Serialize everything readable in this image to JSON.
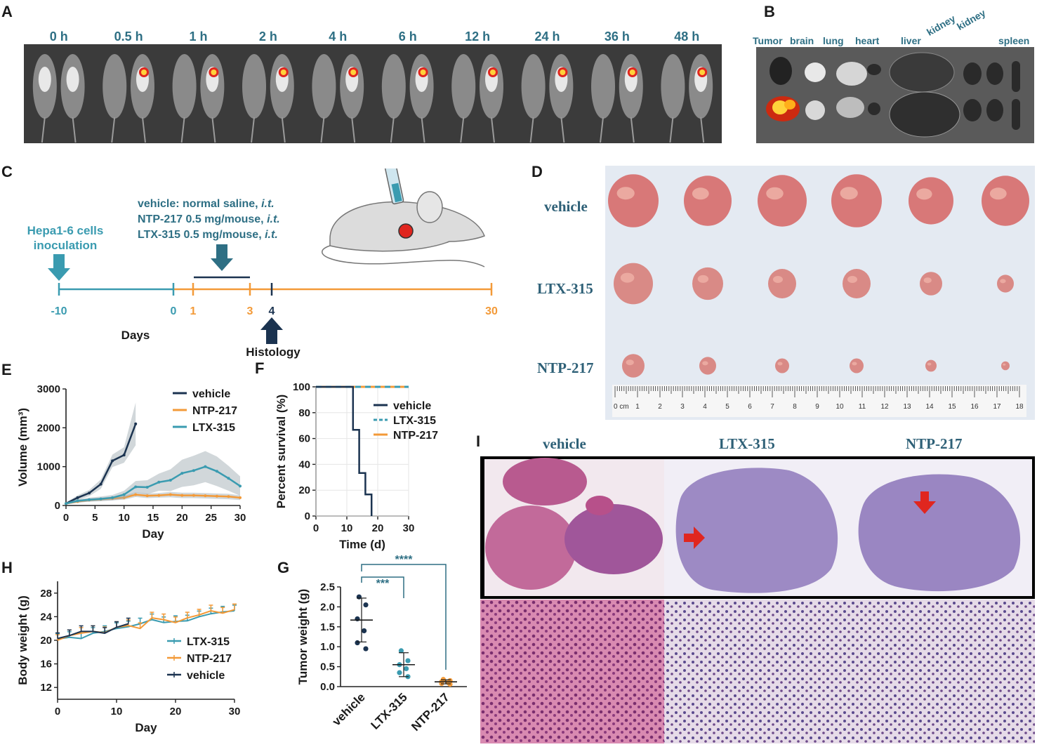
{
  "panels": {
    "A": {
      "label": "A",
      "timepoints": [
        "0 h",
        "0.5 h",
        "1 h",
        "2 h",
        "4 h",
        "6 h",
        "12 h",
        "24 h",
        "36 h",
        "48 h"
      ]
    },
    "B": {
      "label": "B",
      "organs": [
        "Tumor",
        "brain",
        "lung",
        "heart",
        "liver",
        "kidney",
        "kidney",
        "spleen"
      ]
    },
    "C": {
      "label": "C",
      "inoculation": [
        "Hepa1-6 cells",
        "inoculation"
      ],
      "treat_lines": [
        "vehicle: normal saline, ",
        "NTP-217 0.5 mg/mouse, ",
        "LTX-315 0.5 mg/mouse, "
      ],
      "it": "i.t.",
      "ticks": [
        "-10",
        "0",
        "1",
        "3",
        "4",
        "30"
      ],
      "days": "Days",
      "histology": "Histology"
    },
    "D": {
      "label": "D",
      "rows": [
        "vehicle",
        "LTX-315",
        "NTP-217"
      ],
      "ruler_unit": "0 cm",
      "ruler_numbers": [
        "1",
        "2",
        "3",
        "4",
        "5",
        "6",
        "7",
        "8",
        "9",
        "10",
        "11",
        "12",
        "13",
        "14",
        "15",
        "16",
        "17",
        "18"
      ]
    },
    "I": {
      "label": "I",
      "cols": [
        "vehicle",
        "LTX-315",
        "NTP-217"
      ]
    },
    "E": {
      "label": "E"
    },
    "F": {
      "label": "F"
    },
    "G": {
      "label": "G"
    },
    "H": {
      "label": "H"
    }
  },
  "colors": {
    "vehicle": "#1b3350",
    "ntp": "#f39a38",
    "ltx": "#3a9bb0",
    "teal_text": "#2e6f84",
    "red": "#e0261f"
  },
  "chart_data": [
    {
      "id": "E",
      "type": "line",
      "xlabel": "Day",
      "ylabel": "Volume (mm³)",
      "xlim": [
        0,
        30
      ],
      "ylim": [
        0,
        3000
      ],
      "xticks": [
        "0",
        "5",
        "10",
        "15",
        "20",
        "25",
        "30"
      ],
      "yticks": [
        "0",
        "1000",
        "2000",
        "3000"
      ],
      "legend": "top-right",
      "series": [
        {
          "name": "vehicle",
          "color": "#1b3350",
          "x": [
            0,
            2,
            4,
            6,
            8,
            10,
            12
          ],
          "y": [
            50,
            200,
            320,
            550,
            1150,
            1300,
            2100
          ],
          "band": [
            30,
            60,
            80,
            120,
            160,
            200,
            550
          ]
        },
        {
          "name": "NTP-217",
          "color": "#f39a38",
          "x": [
            0,
            2,
            4,
            6,
            8,
            10,
            12,
            14,
            16,
            18,
            20,
            22,
            24,
            26,
            28,
            30
          ],
          "y": [
            50,
            100,
            140,
            160,
            180,
            200,
            280,
            250,
            260,
            280,
            260,
            260,
            250,
            240,
            230,
            200
          ],
          "band": [
            20,
            30,
            40,
            40,
            50,
            50,
            60,
            60,
            60,
            70,
            70,
            70,
            70,
            70,
            70,
            60
          ]
        },
        {
          "name": "LTX-315",
          "color": "#3a9bb0",
          "x": [
            0,
            2,
            4,
            6,
            8,
            10,
            12,
            14,
            16,
            18,
            20,
            22,
            24,
            26,
            28,
            30
          ],
          "y": [
            50,
            120,
            150,
            170,
            200,
            280,
            480,
            470,
            600,
            650,
            830,
            900,
            1000,
            880,
            700,
            500
          ],
          "band": [
            20,
            40,
            50,
            60,
            70,
            100,
            150,
            180,
            220,
            280,
            350,
            380,
            400,
            380,
            320,
            250
          ]
        }
      ]
    },
    {
      "id": "F",
      "type": "line",
      "xlabel": "Time (d)",
      "ylabel": "Percent survival (%)",
      "xlim": [
        0,
        30
      ],
      "ylim": [
        0,
        100
      ],
      "xticks": [
        "0",
        "10",
        "20",
        "30"
      ],
      "yticks": [
        "0",
        "20",
        "40",
        "60",
        "80",
        "100"
      ],
      "legend": "right",
      "series": [
        {
          "name": "vehicle",
          "color": "#1b3350",
          "x": [
            0,
            12,
            12,
            14,
            14,
            16,
            16,
            18,
            18
          ],
          "y": [
            100,
            100,
            66.7,
            66.7,
            33.3,
            33.3,
            16.7,
            16.7,
            0
          ]
        },
        {
          "name": "LTX-315",
          "color": "#3a9bb0",
          "x": [
            0,
            30
          ],
          "y": [
            100,
            100
          ]
        },
        {
          "name": "NTP-217",
          "color": "#f39a38",
          "x": [
            0,
            30
          ],
          "y": [
            100,
            100
          ]
        }
      ]
    },
    {
      "id": "G",
      "type": "scatter",
      "ylabel": "Tumor weight (g)",
      "ylim": [
        0,
        2.5
      ],
      "yticks": [
        "0.0",
        "0.5",
        "1.0",
        "1.5",
        "2.0",
        "2.5"
      ],
      "categories": [
        "vehicle",
        "LTX-315",
        "NTP-217"
      ],
      "colors": [
        "#1b3350",
        "#3a9bb0",
        "#f39a38"
      ],
      "points": [
        [
          2.25,
          2.05,
          1.7,
          1.4,
          1.1,
          0.95
        ],
        [
          0.9,
          0.65,
          0.55,
          0.45,
          0.35,
          0.25
        ],
        [
          0.18,
          0.15,
          0.12,
          0.1,
          0.08,
          0.06
        ]
      ],
      "mean": [
        1.67,
        0.55,
        0.12
      ],
      "sd": [
        0.55,
        0.3,
        0.05
      ],
      "annotations": [
        "***",
        "****"
      ]
    },
    {
      "id": "H",
      "type": "line",
      "xlabel": "Day",
      "ylabel": "Body weight (g)",
      "xlim": [
        0,
        30
      ],
      "ylim": [
        10,
        30
      ],
      "xticks": [
        "0",
        "10",
        "20",
        "30"
      ],
      "yticks": [
        "12",
        "16",
        "20",
        "24",
        "28"
      ],
      "legend": "bottom-right",
      "series": [
        {
          "name": "LTX-315",
          "color": "#3a9bb0",
          "x": [
            0,
            2,
            4,
            6,
            8,
            10,
            12,
            14,
            16,
            18,
            20,
            22,
            24,
            26,
            28,
            30
          ],
          "y": [
            20.2,
            20.5,
            20.3,
            21.2,
            21.5,
            22,
            22.3,
            22.8,
            23.5,
            23,
            23.2,
            23.3,
            24,
            24.5,
            24.8,
            25
          ]
        },
        {
          "name": "NTP-217",
          "color": "#f39a38",
          "x": [
            0,
            2,
            4,
            6,
            8,
            10,
            12,
            14,
            16,
            18,
            20,
            22,
            24,
            26,
            28,
            30
          ],
          "y": [
            20,
            20.8,
            21.2,
            21.5,
            21.3,
            22.2,
            22.5,
            22,
            23.8,
            23.5,
            23,
            23.8,
            24.3,
            25,
            24.6,
            25.2
          ]
        },
        {
          "name": "vehicle",
          "color": "#1b3350",
          "x": [
            0,
            2,
            4,
            6,
            8,
            10,
            12
          ],
          "y": [
            20.3,
            20.8,
            21.5,
            21.5,
            21.2,
            22.2,
            22.8
          ]
        }
      ]
    }
  ]
}
